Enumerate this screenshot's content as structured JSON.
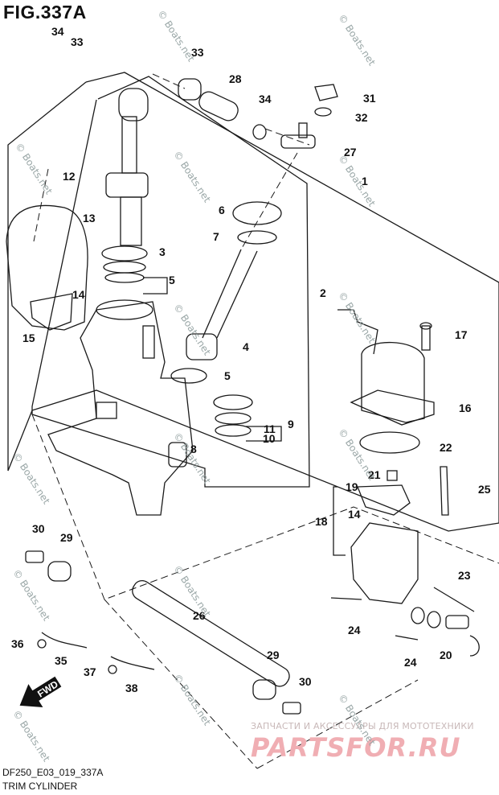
{
  "figure": {
    "title": "FIG.337A",
    "code": "DF250_E03_019_337A",
    "caption": "TRIM CYLINDER"
  },
  "watermark": "© Boats.net",
  "brand": {
    "tagline": "ЗАПЧАСТИ И АКСЕССУАРЫ ДЛЯ МОТОТЕХНИКИ",
    "logo": "PARTSFOR.RU"
  },
  "direction_label": "FWD",
  "callouts": [
    "34",
    "33",
    "33",
    "28",
    "34",
    "31",
    "32",
    "27",
    "1",
    "12",
    "13",
    "6",
    "7",
    "3",
    "5",
    "2",
    "14",
    "15",
    "4",
    "5",
    "11",
    "9",
    "10",
    "8",
    "17",
    "16",
    "22",
    "21",
    "25",
    "19",
    "18",
    "14",
    "30",
    "29",
    "23",
    "26",
    "24",
    "36",
    "35",
    "20",
    "37",
    "38",
    "24",
    "29",
    "30"
  ]
}
